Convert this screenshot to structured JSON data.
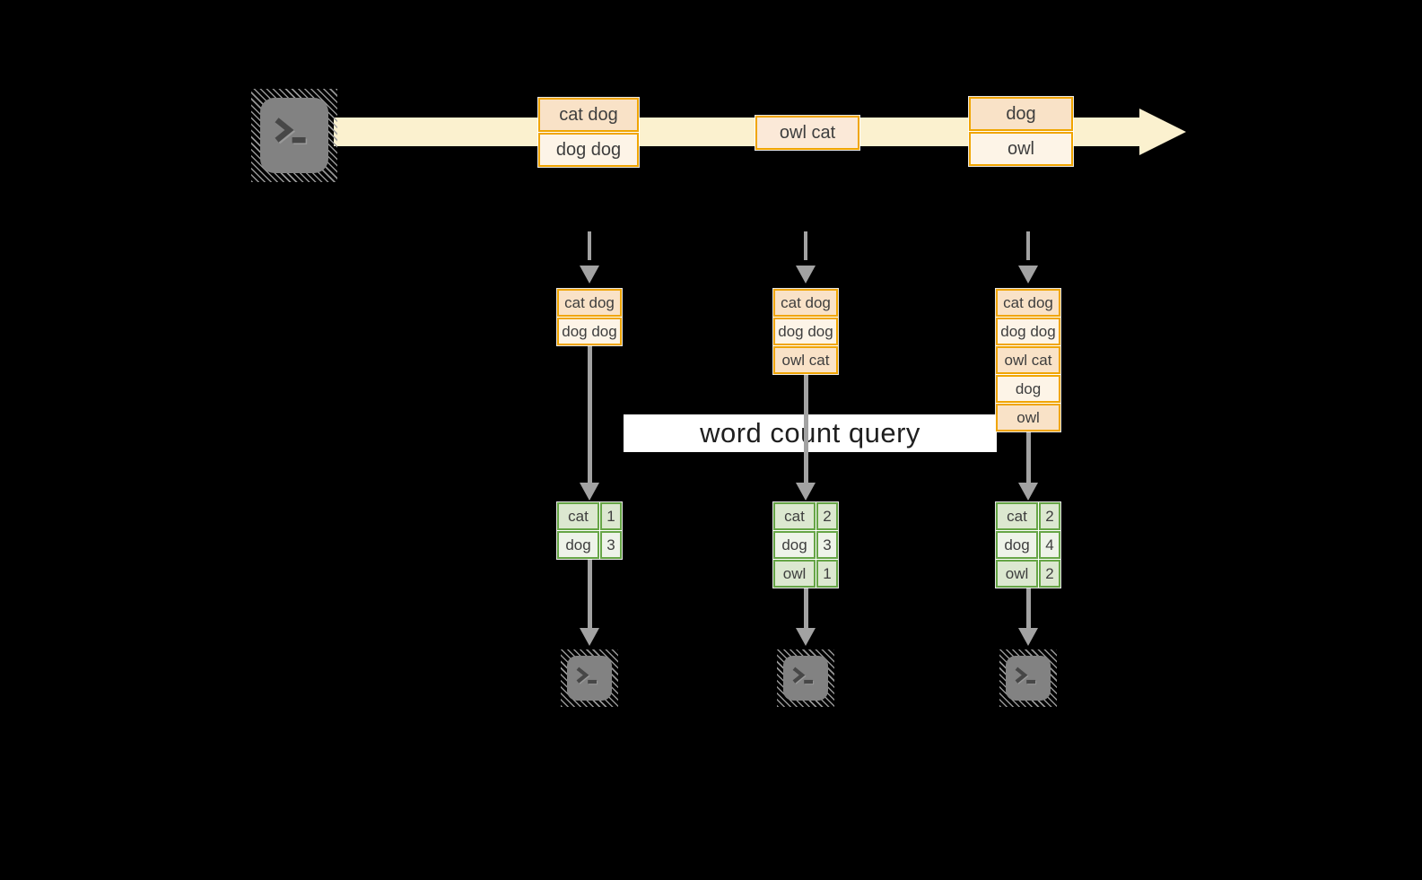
{
  "title_banner": {
    "label": "word count query"
  },
  "colors": {
    "background": "#000000",
    "stream_band": "#fbf1cf",
    "orange_border": "#f0a500",
    "peach_dark": "#f9e2c7",
    "peach_light": "#fdf4e7",
    "peach_mid": "#fbe9d8",
    "green_border": "#66a546",
    "green_dark": "#dce8d0",
    "green_light": "#eef3e9",
    "arrow_gray": "#a2a2a2",
    "terminal_gray": "#828282",
    "text": "#3e3e3e"
  },
  "stream": {
    "source_icon": "terminal-icon",
    "boxes": [
      {
        "cells": [
          {
            "text": "cat dog",
            "shade": "dark"
          },
          {
            "text": "dog dog",
            "shade": "light"
          }
        ]
      },
      {
        "cells": [
          {
            "text": "owl cat",
            "shade": "mid"
          }
        ]
      },
      {
        "cells": [
          {
            "text": "dog",
            "shade": "dark"
          },
          {
            "text": "owl",
            "shade": "light"
          }
        ]
      }
    ]
  },
  "columns": [
    {
      "buffer": [
        "cat dog",
        "dog dog"
      ],
      "counts": [
        {
          "word": "cat",
          "count": "1"
        },
        {
          "word": "dog",
          "count": "3"
        }
      ],
      "sink_icon": "terminal-icon"
    },
    {
      "buffer": [
        "cat dog",
        "dog dog",
        "owl cat"
      ],
      "counts": [
        {
          "word": "cat",
          "count": "2"
        },
        {
          "word": "dog",
          "count": "3"
        },
        {
          "word": "owl",
          "count": "1"
        }
      ],
      "sink_icon": "terminal-icon"
    },
    {
      "buffer": [
        "cat dog",
        "dog dog",
        "owl cat",
        "dog",
        "owl"
      ],
      "counts": [
        {
          "word": "cat",
          "count": "2"
        },
        {
          "word": "dog",
          "count": "4"
        },
        {
          "word": "owl",
          "count": "2"
        }
      ],
      "sink_icon": "terminal-icon"
    }
  ]
}
